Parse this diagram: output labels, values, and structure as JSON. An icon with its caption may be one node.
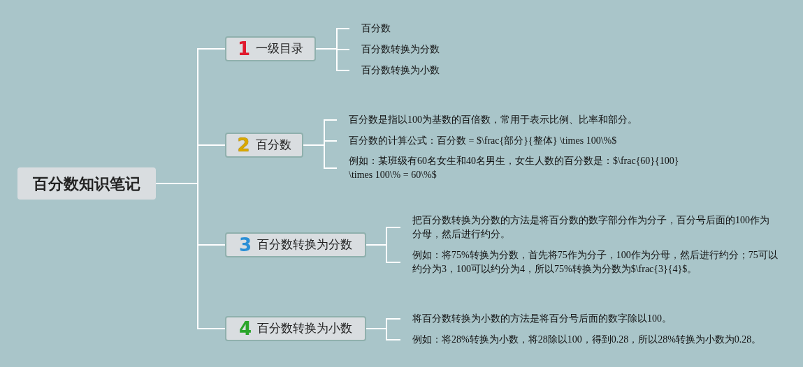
{
  "diagram": {
    "nodes": [
      {
        "text": [
          "百分数知识笔记"
        ]
      },
      {
        "text": [
          "1",
          "一级目录"
        ]
      },
      {
        "text": [
          "2",
          "百分数"
        ]
      },
      {
        "text": [
          "3",
          "百分数转换为分数"
        ]
      },
      {
        "text": [
          "4",
          "百分数转换为小数"
        ]
      },
      {
        "text": [
          "百分数"
        ]
      },
      {
        "text": [
          "百分数转换为分数"
        ]
      },
      {
        "text": [
          "百分数转换为小数"
        ]
      },
      {
        "text": [
          "百分数是指以100为基数的百倍数，常用于表示比例、比率和部分。"
        ]
      },
      {
        "text": [
          "百分数的计算公式：百分数 = $\\frac{部分}{整体} \\times 100\\%$"
        ]
      },
      {
        "text": [
          "例如：某班级有60名女生和40名男生，女生人数的百分数是：$\\frac{60}{100} \\times 100\\% = 60\\%$"
        ]
      },
      {
        "text": [
          "把百分数转换为分数的方法是将百分数的数字部分作为分子，百分号后面的100作为分母，然后进行约分。"
        ]
      },
      {
        "text": [
          "例如：将75%转换为分数，首先将75作为分子，100作为分母，然后进行约分；75可以约分为3，100可以约分为4，所以75%转换为分数为$\\frac{3}{4}$。"
        ]
      },
      {
        "text": [
          "将百分数转换为小数的方法是将百分号后面的数字除以100。"
        ]
      },
      {
        "text": [
          "例如：将28%转换为小数，将28除以100，得到0.28，所以28%转换为小数为0.28。"
        ]
      }
    ],
    "edges": [
      {
        "from": 0,
        "to": 1,
        "arrow": "none"
      },
      {
        "from": 0,
        "to": 2,
        "arrow": "none"
      },
      {
        "from": 0,
        "to": 3,
        "arrow": "none"
      },
      {
        "from": 0,
        "to": 4,
        "arrow": "none"
      },
      {
        "from": 1,
        "to": 5,
        "arrow": "none"
      },
      {
        "from": 1,
        "to": 6,
        "arrow": "none"
      },
      {
        "from": 1,
        "to": 7,
        "arrow": "none"
      },
      {
        "from": 2,
        "to": 8,
        "arrow": "none"
      },
      {
        "from": 2,
        "to": 9,
        "arrow": "none"
      },
      {
        "from": 2,
        "to": 10,
        "arrow": "none"
      },
      {
        "from": 3,
        "to": 11,
        "arrow": "none"
      },
      {
        "from": 3,
        "to": 12,
        "arrow": "none"
      },
      {
        "from": 4,
        "to": 13,
        "arrow": "none"
      },
      {
        "from": 4,
        "to": 14,
        "arrow": "none"
      }
    ]
  }
}
